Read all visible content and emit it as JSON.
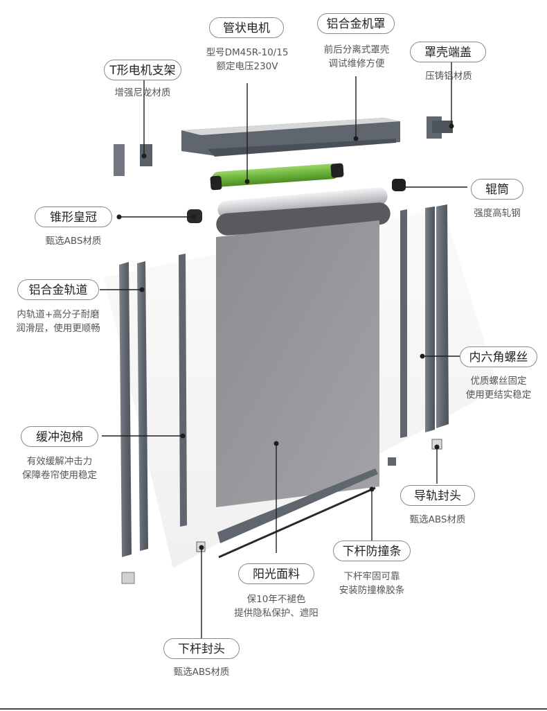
{
  "labels": {
    "t_bracket": {
      "title": "T形电机支架",
      "lines": [
        "增强尼龙材质"
      ]
    },
    "motor": {
      "title": "管状电机",
      "lines": [
        "型号DM45R-10/15",
        "额定电压230V"
      ]
    },
    "housing": {
      "title": "铝合金机罩",
      "lines": [
        "前后分离式罩壳",
        "调试维修方便"
      ]
    },
    "end_cap": {
      "title": "罩壳端盖",
      "lines": [
        "压铸铝材质"
      ]
    },
    "roller": {
      "title": "辊筒",
      "lines": [
        "强度高轧钢"
      ]
    },
    "cone_crown": {
      "title": "锥形皇冠",
      "lines": [
        "甄选ABS材质"
      ]
    },
    "rail": {
      "title": "铝合金轨道",
      "lines": [
        "内轨道+高分子耐磨",
        "润滑层，使用更顺畅"
      ]
    },
    "hex_screw": {
      "title": "内六角螺丝",
      "lines": [
        "优质螺丝固定",
        "使用更结实稳定"
      ]
    },
    "foam": {
      "title": "缓冲泡棉",
      "lines": [
        "有效缓解冲击力",
        "保障卷帘使用稳定"
      ]
    },
    "rail_cap": {
      "title": "导轨封头",
      "lines": [
        "甄选ABS材质"
      ]
    },
    "bottom_strip": {
      "title": "下杆防撞条",
      "lines": [
        "下杆牢固可靠",
        "安装防撞橡胶条"
      ]
    },
    "fabric": {
      "title": "阳光面料",
      "lines": [
        "保10年不褪色",
        "提供隐私保护、遮阳"
      ]
    },
    "bar_cap": {
      "title": "下杆封头",
      "lines": [
        "甄选ABS材质"
      ]
    }
  },
  "colors": {
    "profile_dark": "#5f666e",
    "profile_light": "#7c838b",
    "motor_green": "#6bb43a",
    "roller_silver": "#c8cacd",
    "fabric_gray": "#8f8f93",
    "line": "#1e1e1e"
  }
}
